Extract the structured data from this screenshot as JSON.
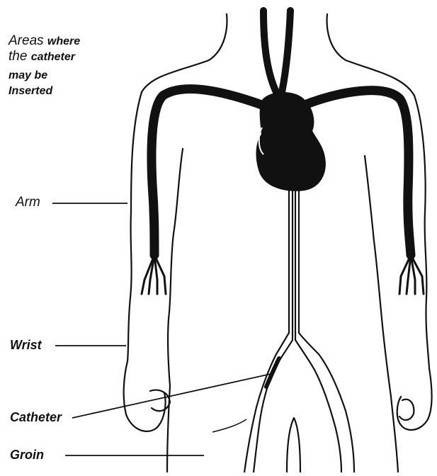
{
  "title": {
    "line1_a": "Areas",
    "line1_b": "where",
    "line2_a": "the",
    "line2_b": "catheter",
    "line3": "may be",
    "line4": "Inserted"
  },
  "labels": {
    "arm": "Arm",
    "wrist": "Wrist",
    "catheter": "Catheter",
    "groin": "Groin"
  },
  "colors": {
    "ink": "#111111",
    "background": "#ffffff"
  }
}
